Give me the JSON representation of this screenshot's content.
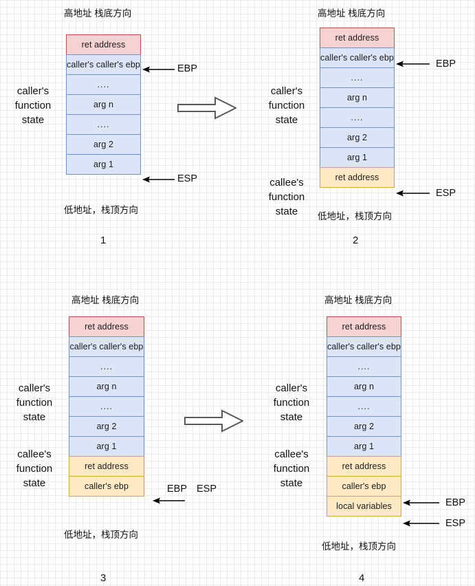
{
  "diagram": {
    "title_top": "高地址 栈底方向",
    "title_bottom_1": "低地址，栈顶方向",
    "title_bottom_2": "低地址，栈顶方向",
    "title_bottom_3": "低地址，栈顶方向",
    "title_bottom_4": "低地址，栈顶方向",
    "transition_arrow": "block-arrow-right"
  },
  "registers": {
    "ebp": "EBP",
    "esp": "ESP"
  },
  "side_labels": {
    "caller": "caller's function state",
    "callee": "callee's function state"
  },
  "panels": [
    {
      "number": "1",
      "top_label": "高地址 栈底方向",
      "bottom_label": "低地址，栈顶方向",
      "side_labels": [
        {
          "text": "caller's function state"
        }
      ],
      "pointers": [
        {
          "label": "EBP",
          "row": 1
        },
        {
          "label": "ESP",
          "row": 6
        }
      ],
      "rows": [
        {
          "text": "ret address",
          "color": "red"
        },
        {
          "text": "caller's caller's ebp",
          "color": "blue"
        },
        {
          "text": "....",
          "color": "blue"
        },
        {
          "text": "arg n",
          "color": "blue"
        },
        {
          "text": "....",
          "color": "blue"
        },
        {
          "text": "arg 2",
          "color": "blue"
        },
        {
          "text": "arg 1",
          "color": "blue"
        }
      ]
    },
    {
      "number": "2",
      "top_label": "高地址 栈底方向",
      "bottom_label": "低地址，栈顶方向",
      "side_labels": [
        {
          "text": "caller's function state"
        },
        {
          "text": "callee's function state"
        }
      ],
      "pointers": [
        {
          "label": "EBP",
          "row": 1
        },
        {
          "label": "ESP",
          "row": 7
        }
      ],
      "rows": [
        {
          "text": "ret address",
          "color": "red"
        },
        {
          "text": "caller's caller's ebp",
          "color": "blue"
        },
        {
          "text": "....",
          "color": "blue"
        },
        {
          "text": "arg n",
          "color": "blue"
        },
        {
          "text": "....",
          "color": "blue"
        },
        {
          "text": "arg 2",
          "color": "blue"
        },
        {
          "text": "arg 1",
          "color": "blue"
        },
        {
          "text": "ret address",
          "color": "yellow"
        }
      ]
    },
    {
      "number": "3",
      "top_label": "高地址 栈底方向",
      "bottom_label": "低地址，栈顶方向",
      "side_labels": [
        {
          "text": "caller's function state"
        },
        {
          "text": "callee's function state"
        }
      ],
      "pointers": [
        {
          "label": "EBP ESP",
          "row": 8
        }
      ],
      "rows": [
        {
          "text": "ret address",
          "color": "red"
        },
        {
          "text": "caller's caller's ebp",
          "color": "blue"
        },
        {
          "text": "....",
          "color": "blue"
        },
        {
          "text": "arg n",
          "color": "blue"
        },
        {
          "text": "....",
          "color": "blue"
        },
        {
          "text": "arg 2",
          "color": "blue"
        },
        {
          "text": "arg 1",
          "color": "blue"
        },
        {
          "text": "ret address",
          "color": "yellow"
        },
        {
          "text": "caller's ebp",
          "color": "yellow"
        }
      ]
    },
    {
      "number": "4",
      "top_label": "高地址 栈底方向",
      "bottom_label": "低地址，栈顶方向",
      "side_labels": [
        {
          "text": "caller's function state"
        },
        {
          "text": "callee's function state"
        }
      ],
      "pointers": [
        {
          "label": "EBP",
          "row": 8
        },
        {
          "label": "ESP",
          "row": 9
        }
      ],
      "rows": [
        {
          "text": "ret address",
          "color": "red"
        },
        {
          "text": "caller's caller's ebp",
          "color": "blue"
        },
        {
          "text": "....",
          "color": "blue"
        },
        {
          "text": "arg n",
          "color": "blue"
        },
        {
          "text": "....",
          "color": "blue"
        },
        {
          "text": "arg 2",
          "color": "blue"
        },
        {
          "text": "arg 1",
          "color": "blue"
        },
        {
          "text": "ret address",
          "color": "yellow"
        },
        {
          "text": "caller's ebp",
          "color": "yellow"
        },
        {
          "text": "local variables",
          "color": "yellow"
        }
      ]
    }
  ],
  "colors": {
    "red_fill": "#f6d3d2",
    "red_stroke": "#c0504d",
    "blue_fill": "#dbe5f7",
    "blue_stroke": "#6f93cf",
    "yellow_fill": "#fdeac4",
    "yellow_stroke": "#d7a93c",
    "grid": "#d8d8d8",
    "text": "#111111"
  }
}
